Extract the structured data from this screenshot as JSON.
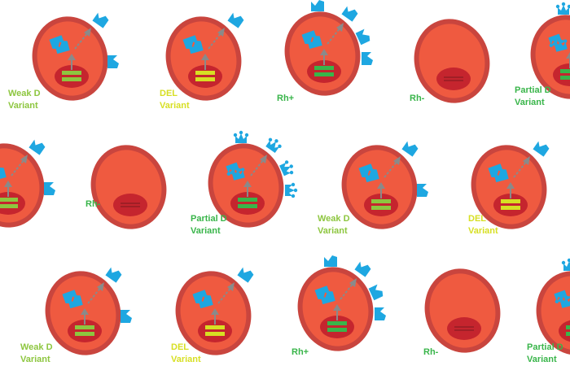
{
  "colors": {
    "cell_outer": "#c9453e",
    "cell_inner": "#ef5a40",
    "nucleus": "#c5252e",
    "receptor": "#1ea7e1",
    "arrow": "#8a8a8a",
    "weak_d": "#8dc63f",
    "del": "#d7df23",
    "green": "#39b54a"
  },
  "cells": [
    {
      "type": "weak",
      "label": [
        "Weak D",
        "Variant"
      ]
    },
    {
      "type": "del",
      "label": [
        "DEL",
        "Variant"
      ]
    },
    {
      "type": "rhpos",
      "label": [
        "Rh+"
      ]
    },
    {
      "type": "rhneg",
      "label": [
        "Rh-"
      ]
    },
    {
      "type": "partial",
      "label": [
        "Partial D",
        "Variant"
      ]
    },
    {
      "type": "weak",
      "label": []
    },
    {
      "type": "rhneg",
      "label": [
        "Rh-"
      ]
    },
    {
      "type": "partial",
      "label": [
        "Partial D",
        "Variant"
      ]
    },
    {
      "type": "weak",
      "label": [
        "Weak D",
        "Variant"
      ]
    },
    {
      "type": "del",
      "label": [
        "DEL",
        "Variant"
      ]
    },
    {
      "type": "weak",
      "label": [
        "Weak D",
        "Variant"
      ]
    },
    {
      "type": "del",
      "label": [
        "DEL",
        "Variant"
      ]
    },
    {
      "type": "rhpos",
      "label": [
        "Rh+"
      ]
    },
    {
      "type": "rhneg",
      "label": [
        "Rh-"
      ]
    },
    {
      "type": "partial",
      "label": [
        "Partial D",
        "Variant"
      ]
    }
  ]
}
